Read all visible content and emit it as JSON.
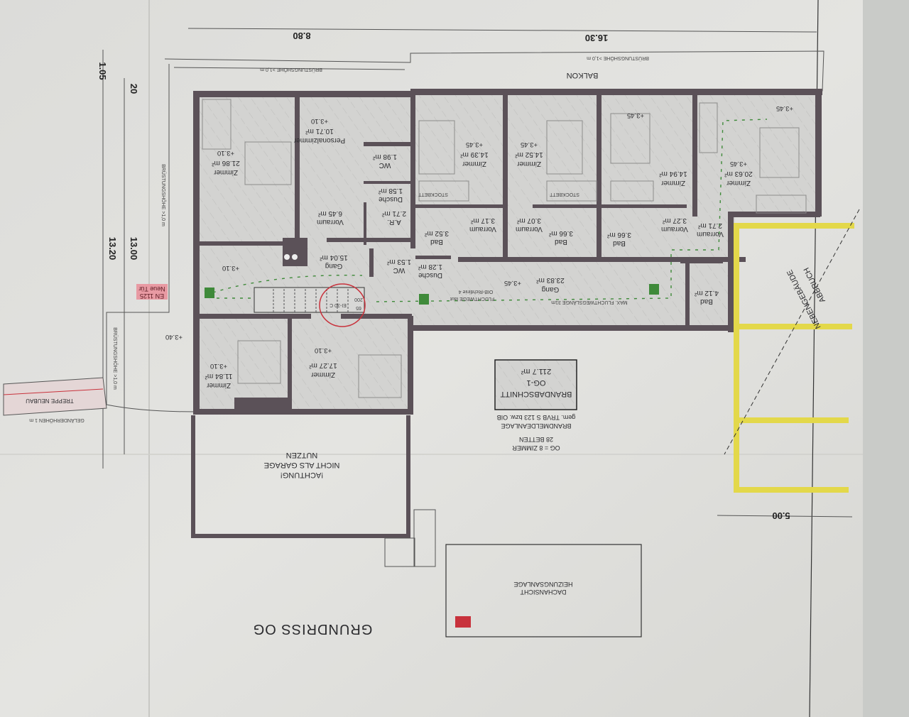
{
  "title": "GRUNDRISS OG",
  "dimensions": {
    "top_left": "8.80",
    "top_right": "16.30",
    "left_a": "1.05",
    "left_b": "20",
    "left_c": "13.00",
    "left_d": "13.20",
    "right_bottom": "5.00"
  },
  "balcony": {
    "label": "BALKON",
    "parapet": "BRÜSTUNGSHÖHE >1,0 m",
    "parapet_left": "BRÜSTUNGSHÖHE >1,0 m",
    "parapet_side": "BRÜSTUNGSHÖHE >1,0 m",
    "parapet_lower": "BRÜSTUNGSHÖHE >1,0 m"
  },
  "rooms": [
    {
      "name": "Zimmer",
      "area": "21.86 m²",
      "level": "+3.10"
    },
    {
      "name": "Personalzimmer",
      "area": "10.71 m²",
      "level": "+3.10"
    },
    {
      "name": "WC",
      "area": "1.98 m²"
    },
    {
      "name": "Dusche",
      "area": "1.58 m²"
    },
    {
      "name": "A.R.",
      "area": "2.71 m²"
    },
    {
      "name": "Vorraum",
      "area": "6.45 m²"
    },
    {
      "name": "Gang",
      "area": "15.04 m²"
    },
    {
      "name": "WC",
      "area": "1.53 m²"
    },
    {
      "name": "Dusche",
      "area": "1.28 m²"
    },
    {
      "name": "Zimmer",
      "area": "14.39 m²",
      "level": "+3.45"
    },
    {
      "name": "Vorraum",
      "area": "3.17 m²"
    },
    {
      "name": "Bad",
      "area": "3.52 m²"
    },
    {
      "name": "Zimmer",
      "area": "14.52 m²",
      "level": "+3.45"
    },
    {
      "name": "Vorraum",
      "area": "3.07 m²"
    },
    {
      "name": "Bad",
      "area": "3.66 m²"
    },
    {
      "name": "Zimmer",
      "area": "14.94 m²",
      "level": "+3.45"
    },
    {
      "name": "Vorraum",
      "area": "3.27 m²"
    },
    {
      "name": "Bad",
      "area": "3.66 m²"
    },
    {
      "name": "Vorraum",
      "area": "2.71 m²"
    },
    {
      "name": "Zimmer",
      "area": "20.63 m²",
      "level": "+3.45"
    },
    {
      "name": "Bad",
      "area": "4.12 m²"
    },
    {
      "name": "Gang",
      "area": "23.83 m²",
      "level": "+3.45"
    },
    {
      "name": "Zimmer",
      "area": "11.84 m²",
      "level": "+3.10"
    },
    {
      "name": "Zimmer",
      "area": "17.27 m²",
      "level": "+3.10"
    }
  ],
  "levels": {
    "gang_west": "+3.10",
    "terrace": "+3.40",
    "room_east": "+3.45"
  },
  "escape": {
    "line1": "MAX. FLUCHTWEGSLÄNGE 31m",
    "line2": "FLUCHTWEGE laut",
    "line3": "OIB-Richtlinie 4"
  },
  "stair_note": {
    "a": "200",
    "b": "65",
    "c": "EI-30 C"
  },
  "new_door": {
    "line1": "Neue Tür",
    "line2": "EN 1125"
  },
  "fire_section": {
    "line1": "BRANDABSCHNITT",
    "line2": "OG-1",
    "line3": "211.7 m²"
  },
  "notes": {
    "alarm1": "BRANDMELDEANLAGE",
    "alarm2": "gem. TRVB S 123 bzw. OIB",
    "rooms1": "OG = 8 ZIMMER",
    "rooms2": "28 BETTEN"
  },
  "garage": {
    "line1": "!ACHTUNG!",
    "line2": "NICHT ALS GARAGE",
    "line3": "NUTZEN"
  },
  "roof": {
    "line1": "DACHANSICHT",
    "line2": "HEIZUNGSANLAGE"
  },
  "demolition": {
    "line1": "ABBRUCH",
    "line2": "NEBENGEBÄUDE"
  },
  "stairs_new": {
    "label": "TREPPE NEUBAU",
    "railing": "GELÄNDERHÖHEN 1 m"
  },
  "bunk": "STOCKBETT",
  "colors": {
    "wall": "#5b5158",
    "escape": "#3f8a3a",
    "yellow": "#e3d84a",
    "red": "#c8323c"
  }
}
